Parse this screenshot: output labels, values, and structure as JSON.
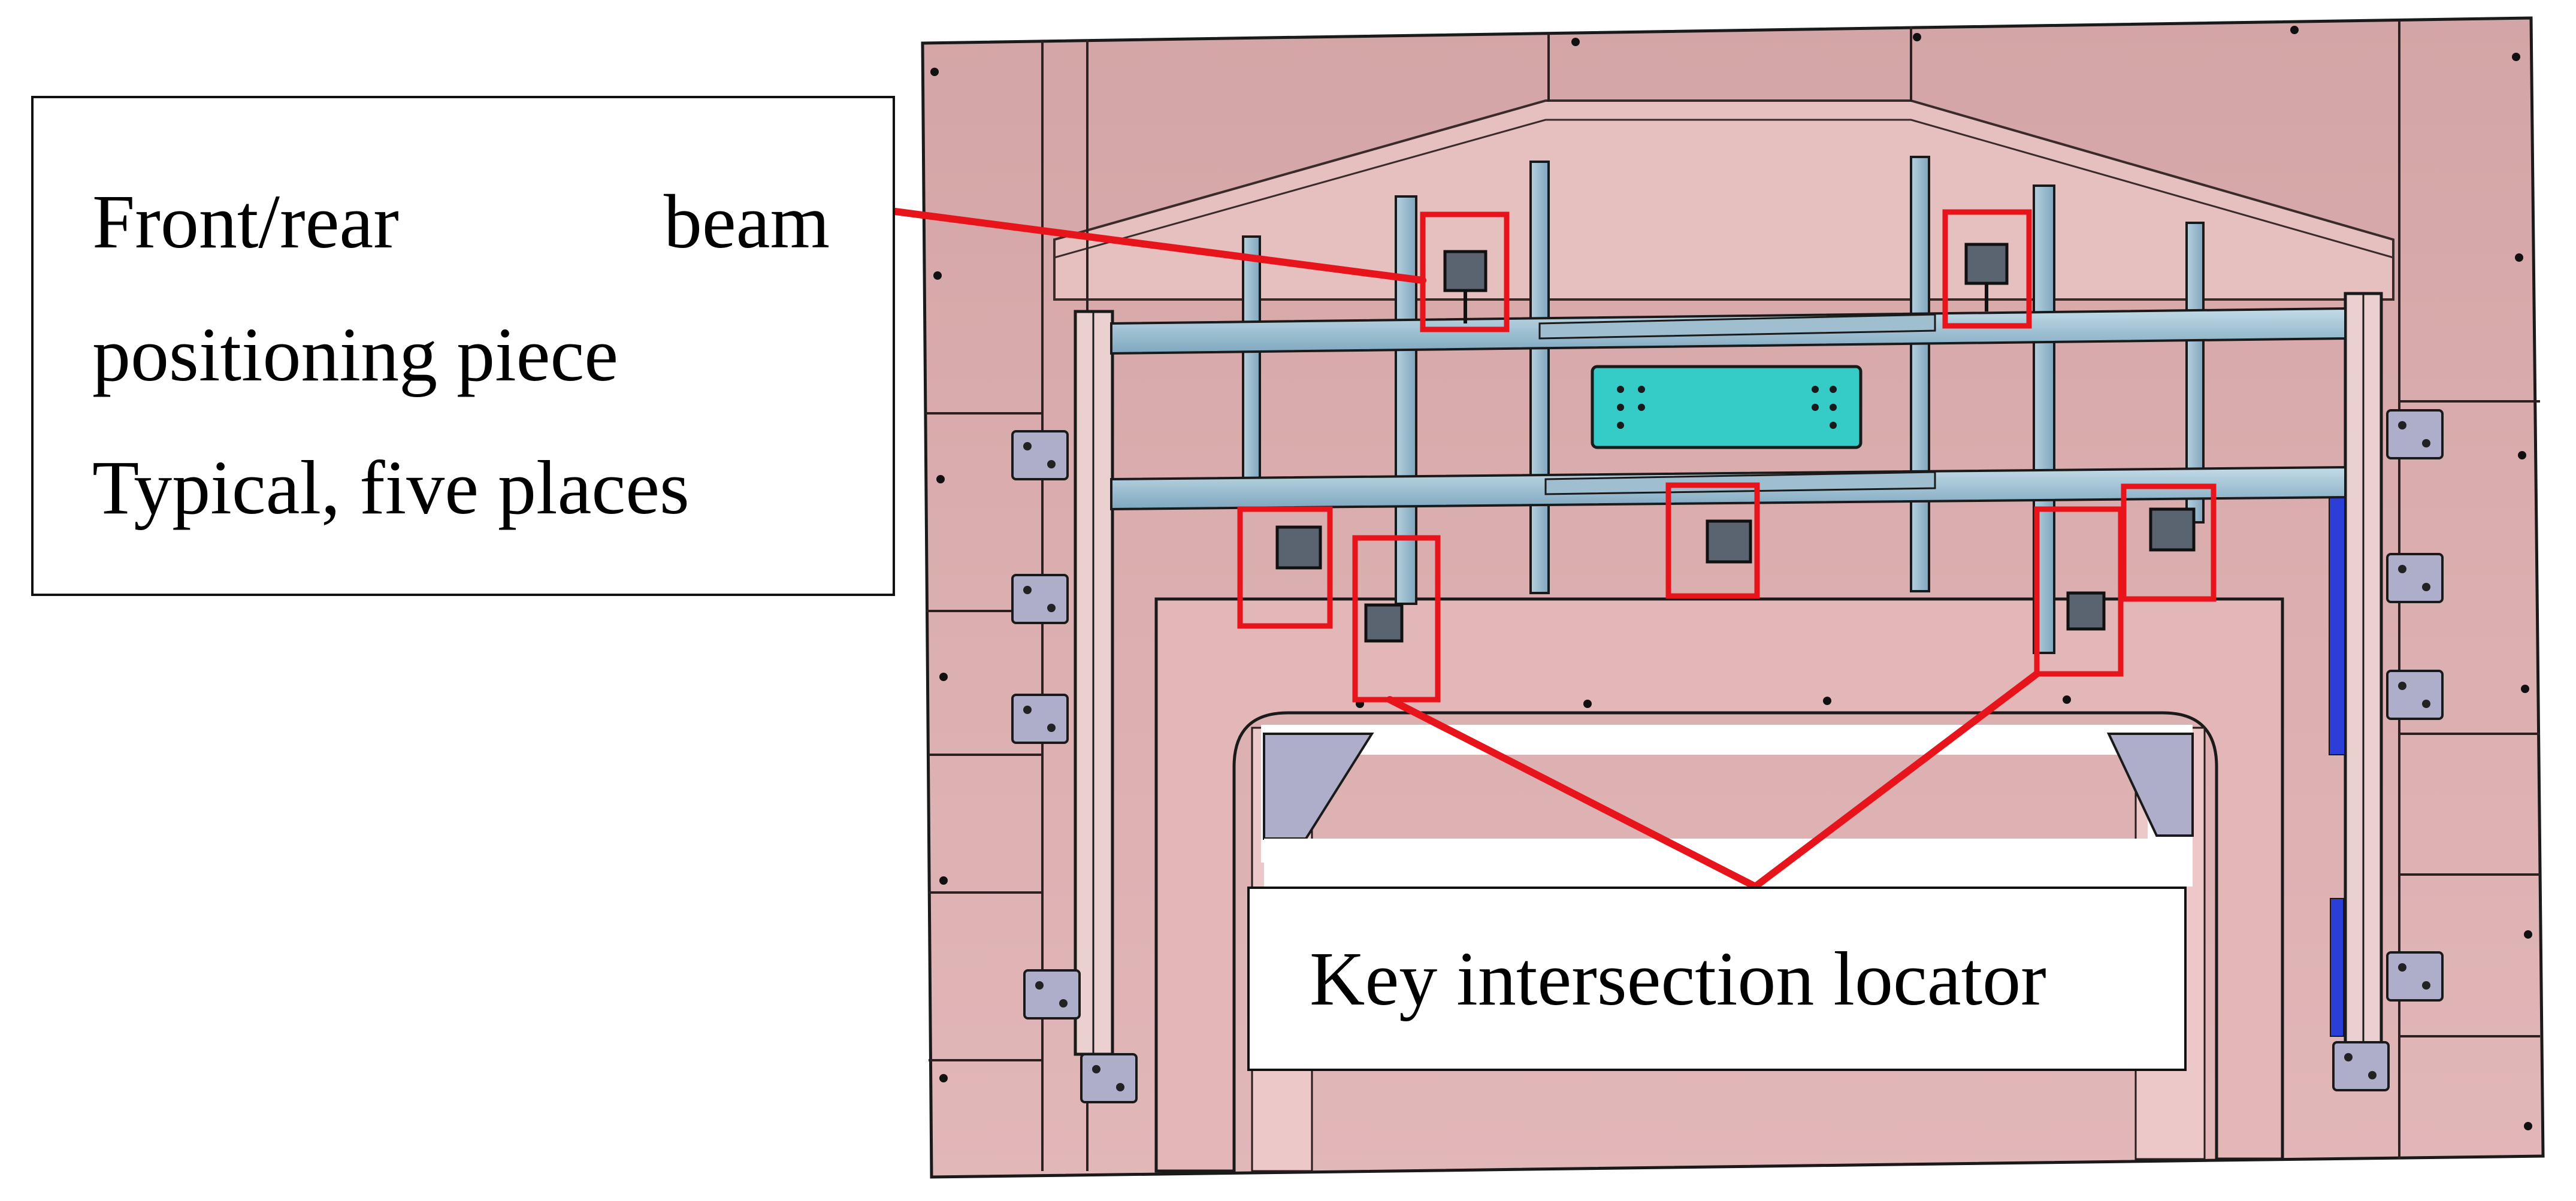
{
  "callouts": {
    "beam": {
      "line1_left": "Front/rear",
      "line1_right": "beam",
      "line2": "positioning piece",
      "line3": "Typical, five places"
    },
    "key_locator": {
      "text": "Key intersection locator"
    }
  },
  "colors": {
    "panel": "#d9a9aa",
    "panel_light": "#eecbca",
    "frame": "#8fb3c8",
    "plate": "#35cbc6",
    "gusset": "#a9a9c8",
    "highlight": "#e8141c",
    "outline": "#1a1a1a"
  }
}
